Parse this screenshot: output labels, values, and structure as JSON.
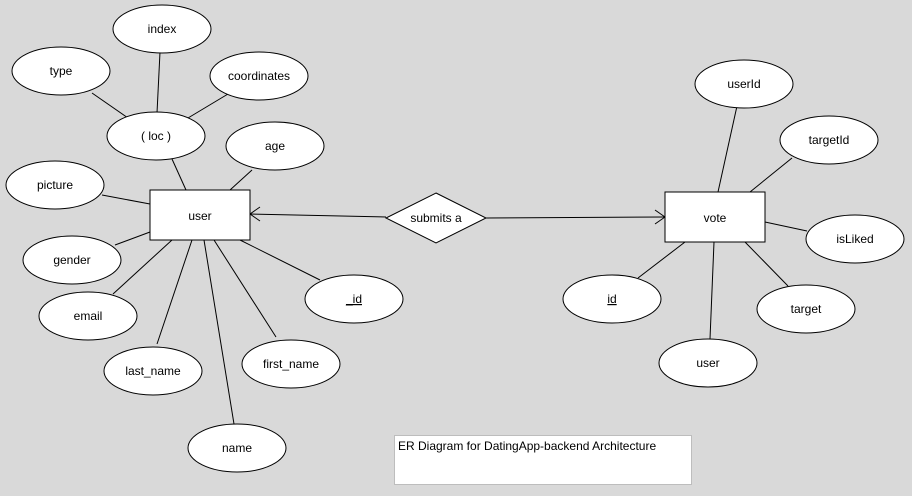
{
  "diagram": {
    "entities": {
      "user": "user",
      "vote": "vote"
    },
    "relationship": "submits a",
    "user_attributes": {
      "index": "index",
      "type": "type",
      "coordinates": "coordinates",
      "loc": "( loc )",
      "age": "age",
      "picture": "picture",
      "gender": "gender",
      "email": "email",
      "last_name": "last_name",
      "first_name": "first_name",
      "name": "name",
      "id": "_id"
    },
    "vote_attributes": {
      "userId": "userId",
      "targetId": "targetId",
      "isLiked": "isLiked",
      "target": "target",
      "user": "user",
      "id": "id"
    },
    "caption": "ER Diagram for DatingApp-backend Architecture"
  }
}
